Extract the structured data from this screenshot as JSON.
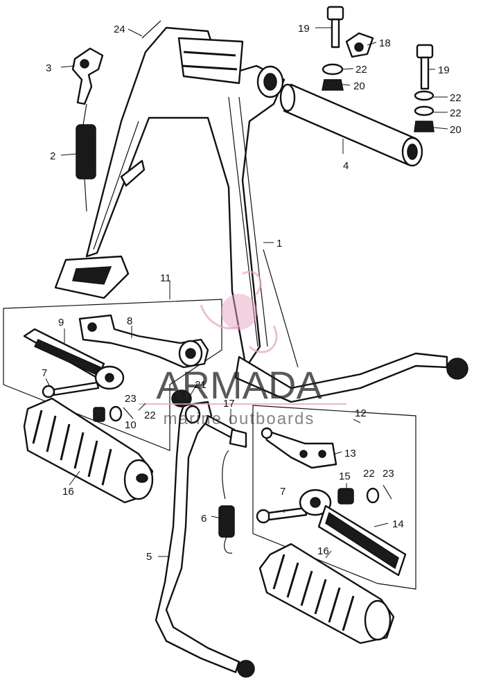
{
  "watermark": {
    "brand": "ARMADA",
    "tagline": "marine outboards",
    "accent_color": "#e7a4c4"
  },
  "callouts": {
    "c1": "1",
    "c2": "2",
    "c3": "3",
    "c4": "4",
    "c5": "5",
    "c6": "6",
    "c7a": "7",
    "c7b": "7",
    "c8": "8",
    "c9": "9",
    "c10": "10",
    "c11": "11",
    "c12": "12",
    "c13": "13",
    "c14": "14",
    "c15": "15",
    "c16a": "16",
    "c16b": "16",
    "c17": "17",
    "c18": "18",
    "c19a": "19",
    "c19b": "19",
    "c20a": "20",
    "c20b": "20",
    "c21": "21",
    "c22a": "22",
    "c22b": "22",
    "c22c": "22",
    "c22d": "22",
    "c22e": "22",
    "c23a": "23",
    "c23b": "23",
    "c24": "24"
  }
}
